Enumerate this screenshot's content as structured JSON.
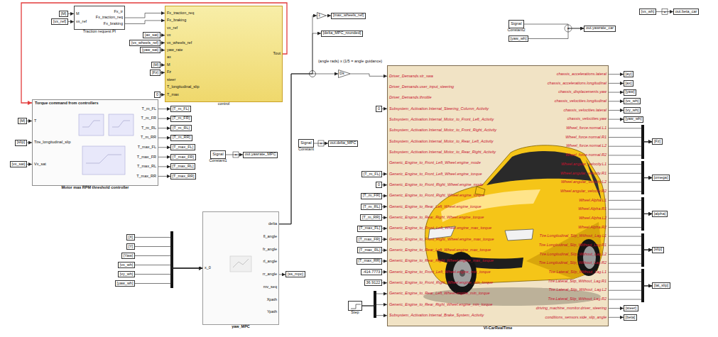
{
  "diagram": {
    "nodes": [
      {
        "text": [
          "[M]"
        ]
      },
      {
        "text": [
          "[vx_ref]"
        ]
      },
      {
        "text": [
          "Traction request PI",
          "M",
          "vx_ref",
          "Fx_tr",
          "Fx_traction_req",
          "Fx_braking"
        ]
      },
      {
        "text": [
          "control",
          "Fx_traction_req",
          "Fx_braking",
          "vx_ref",
          "vx",
          "vx_wheels_ref",
          "yaw_rate",
          "ax",
          "M",
          "Fz",
          "steer",
          "T_longitudinal_slip",
          "T_max",
          "Tout"
        ]
      },
      {
        "text": [
          "[ax_sat]"
        ]
      },
      {
        "text": [
          "[vx_wheels_ref]"
        ]
      },
      {
        "text": [
          "[yaw_sat]"
        ]
      },
      {
        "text": [
          "[M]"
        ]
      },
      {
        "text": [
          "[Fz]"
        ]
      },
      {
        "text": [
          "0"
        ]
      },
      {
        "text": [
          "Motor max RPM threshold controller",
          "Torque command from controllers",
          "T",
          "Tire_longitudinal_slip",
          "Vx_sat",
          "T_m_FL",
          "T_m_FR",
          "T_m_RL",
          "T_m_RR",
          "T_max_FL",
          "T_max_FR",
          "T_max_RL",
          "T_max_RR"
        ]
      },
      {
        "text": [
          "[M]"
        ]
      },
      {
        "text": [
          "[slip]"
        ]
      },
      {
        "text": [
          "[vx_sat]"
        ]
      },
      {
        "text": [
          "[T_m_FL]"
        ]
      },
      {
        "text": [
          "[T_m_FR]"
        ]
      },
      {
        "text": [
          "[T_m_RL]"
        ]
      },
      {
        "text": [
          "[T_m_RR]"
        ]
      },
      {
        "text": [
          "[T_max_FL]"
        ]
      },
      {
        "text": [
          "[T_max_FR]"
        ]
      },
      {
        "text": [
          "[T_max_RL]"
        ]
      },
      {
        "text": [
          "[T_max_RR]"
        ]
      },
      {
        "text": [
          "Signal",
          "Constant1"
        ]
      },
      {
        "text": [
          "out.yawrate_MPC"
        ]
      },
      {
        "text": [
          "[X]"
        ]
      },
      {
        "text": [
          "[Y]"
        ]
      },
      {
        "text": [
          "[Yaw]"
        ]
      },
      {
        "text": [
          "[vx_wh]"
        ]
      },
      {
        "text": [
          "[vy_wh]"
        ]
      },
      {
        "text": [
          "[yaw_wh]"
        ]
      },
      {
        "text": [
          "yaw_MPC",
          "x_0",
          "delta",
          "fl_angle",
          "fr_angle",
          "rl_angle",
          "rr_angle",
          "mv_seq",
          "Xpath",
          "Ypath"
        ]
      },
      {
        "text": [
          "[ss_mpc]"
        ]
      },
      {
        "text": [
          "Signal",
          "Constant"
        ]
      },
      {
        "text": [
          "out.delta_MPC"
        ]
      },
      {
        "text": [
          "[delta_MPC_rounded]"
        ]
      },
      {
        "text": [
          "1"
        ]
      },
      {
        "text": [
          "[max_wheels_ref]"
        ]
      },
      {
        "text": [
          "Ds"
        ]
      },
      {
        "text": [
          "VI-CarRealTime",
          "Driver_Demands.str_swa",
          "Driver_Demands.user_input_steering",
          "Driver_Demands.throttle",
          "Subsystem_Activation.Internal_Steering_Column_Activity",
          "Subsystem_Activation.Internal_Motor_to_Front_Left_Activity",
          "Subsystem_Activation.Internal_Motor_to_Front_Right_Activity",
          "Subsystem_Activation.Internal_Motor_to_Rear_Left_Activity",
          "Subsystem_Activation.Internal_Motor_to_Rear_Right_Activity",
          "Generic_Engine_to_Front_Left_Wheel.engine_mode",
          "Generic_Engine_to_Front_Left_Wheel.engine_torque",
          "Generic_Engine_to_Front_Right_Wheel.engine_mode",
          "Generic_Engine_to_Front_Right_Wheel.engine_torque",
          "Generic_Engine_to_Rear_Left_Wheel.engine_torque",
          "Generic_Engine_to_Rear_Right_Wheel.engine_torque",
          "Generic_Engine_to_Front_Left_Wheel.engine_max_torque",
          "Generic_Engine_to_Front_Right_Wheel.engine_max_torque",
          "Generic_Engine_to_Rear_Left_Wheel.engine_max_torque",
          "Generic_Engine_to_Rear_Right_Wheel.engine_max_torque",
          "Generic_Engine_to_Front_Left_Wheel.engine_min_torque",
          "Generic_Engine_to_Front_Right_Wheel.engine_min_torque",
          "Generic_Engine_to_Rear_Left_Wheel.engine_min_torque",
          "Generic_Engine_to_Rear_Right_Wheel.engine_min_torque",
          "Subsystem_Activation.Internal_Brake_System_Activity",
          "chassis_accelerations.lateral",
          "chassis_accelerations.longitudinal",
          "chassis_displacements.yaw",
          "chassis_velocities.longitudinal",
          "chassis_velocities.lateral",
          "chassis_velocities.yaw",
          "Wheel_force.normal.L1",
          "Wheel_force.normal.R1",
          "Wheel_force.normal.L2",
          "Wheel_force.normal.R2",
          "Wheel.angular_velocity.L1",
          "Wheel.angular_velocity.R1",
          "Wheel.angular_velocity.L2",
          "Wheel.angular_velocity.R2",
          "Wheel.Alpha.L1",
          "Wheel.Alpha.R1",
          "Wheel.Alpha.L2",
          "Wheel.Alpha.R2",
          "Tire.Longitudinal_Slip_Without_Lag.L1",
          "Tire.Longitudinal_Slip_Without_Lag.R1",
          "Tire.Longitudinal_Slip_Without_Lag.L2",
          "Tire.Longitudinal_Slip_Without_Lag.R2",
          "Tire.Lateral_Slip_Without_Lag.L1",
          "Tire.Lateral_Slip_Without_Lag.R1",
          "Tire.Lateral_Slip_Without_Lag.L2",
          "Tire.Lateral_Slip_Without_Lag.R2",
          "driving_machine_monitor.driver_steering",
          "conditions_sensors.side_slip_angle"
        ]
      },
      {
        "text": [
          "0"
        ]
      },
      {
        "text": [
          "[T_m_FL]"
        ]
      },
      {
        "text": [
          "0"
        ]
      },
      {
        "text": [
          "[T_m_FR]"
        ]
      },
      {
        "text": [
          "[T_m_RL]"
        ]
      },
      {
        "text": [
          "[T_m_RR]"
        ]
      },
      {
        "text": [
          "[T_max_FL]"
        ]
      },
      {
        "text": [
          "[T_max_FR]"
        ]
      },
      {
        "text": [
          "[T_max_RL]"
        ]
      },
      {
        "text": [
          "[T_max_RR]"
        ]
      },
      {
        "text": [
          "-414.7773"
        ]
      },
      {
        "text": [
          "36.9122"
        ]
      },
      {
        "text": [
          "Step"
        ]
      },
      {
        "text": [
          "[ay]"
        ]
      },
      {
        "text": [
          "[ax]"
        ]
      },
      {
        "text": [
          "[yaw]"
        ]
      },
      {
        "text": [
          "[vx_wh]"
        ]
      },
      {
        "text": [
          "[vy_wh]"
        ]
      },
      {
        "text": [
          "[yaw_wh]"
        ]
      },
      {
        "text": [
          "[Fz]"
        ]
      },
      {
        "text": [
          "[omega]"
        ]
      },
      {
        "text": [
          "[alpha]"
        ]
      },
      {
        "text": [
          "[slip]"
        ]
      },
      {
        "text": [
          "[lat_slip]"
        ]
      },
      {
        "text": [
          "[steer]"
        ]
      },
      {
        "text": [
          "[beta]"
        ]
      },
      {
        "text": [
          "Signal",
          "Constant2"
        ]
      },
      {
        "text": [
          "[yaw_wh]"
        ]
      },
      {
        "text": [
          "out.yawrate_car"
        ]
      },
      {
        "text": [
          "[vx_wh]"
        ]
      },
      {
        "text": [
          "out.beta_car"
        ]
      }
    ],
    "edges": [
      {
        "from": 0,
        "to": 2,
        "arrow": "to"
      },
      {
        "from": 1,
        "to": 2,
        "arrow": "to"
      },
      {
        "from": 2,
        "to": 3,
        "arrow": "to"
      },
      {
        "from": 2,
        "to": 3,
        "arrow": "to"
      },
      {
        "from": 4,
        "to": 3,
        "arrow": "to"
      },
      {
        "from": 5,
        "to": 3,
        "arrow": "to"
      },
      {
        "from": 6,
        "to": 3,
        "arrow": "to"
      },
      {
        "from": 7,
        "to": 3,
        "arrow": "to"
      },
      {
        "from": 8,
        "to": 3,
        "arrow": "to"
      },
      {
        "from": 9,
        "to": 3,
        "arrow": "to"
      },
      {
        "from": 3,
        "to": 10,
        "arrow": "to"
      },
      {
        "from": 11,
        "to": 10,
        "arrow": "to"
      },
      {
        "from": 12,
        "to": 10,
        "arrow": "to"
      },
      {
        "from": 13,
        "to": 10,
        "arrow": "to"
      },
      {
        "from": 10,
        "to": 14,
        "arrow": "to"
      },
      {
        "from": 10,
        "to": 15,
        "arrow": "to"
      },
      {
        "from": 10,
        "to": 16,
        "arrow": "to"
      },
      {
        "from": 10,
        "to": 17,
        "arrow": "to"
      },
      {
        "from": 10,
        "to": 18,
        "arrow": "to"
      },
      {
        "from": 10,
        "to": 19,
        "arrow": "to"
      },
      {
        "from": 10,
        "to": 20,
        "arrow": "to"
      },
      {
        "from": 10,
        "to": 21,
        "arrow": "to"
      },
      {
        "from": 22,
        "to": 23,
        "arrow": "to"
      },
      {
        "from": 24,
        "to": 30,
        "arrow": "to"
      },
      {
        "from": 25,
        "to": 30,
        "arrow": "to"
      },
      {
        "from": 26,
        "to": 30,
        "arrow": "to"
      },
      {
        "from": 27,
        "to": 30,
        "arrow": "to"
      },
      {
        "from": 28,
        "to": 30,
        "arrow": "to"
      },
      {
        "from": 29,
        "to": 30,
        "arrow": "to"
      },
      {
        "from": 30,
        "to": 31,
        "arrow": "to"
      },
      {
        "from": 30,
        "to": 37,
        "arrow": "to"
      },
      {
        "from": 30,
        "to": 34,
        "arrow": "to"
      },
      {
        "from": 30,
        "to": 35,
        "arrow": "to"
      },
      {
        "from": 35,
        "to": 36,
        "arrow": "to"
      },
      {
        "from": 32,
        "to": 33,
        "arrow": "to"
      },
      {
        "from": 37,
        "to": 38,
        "arrow": "to"
      },
      {
        "from": 39,
        "to": 38,
        "arrow": "to"
      },
      {
        "from": 40,
        "to": 38,
        "arrow": "to"
      },
      {
        "from": 41,
        "to": 38,
        "arrow": "to"
      },
      {
        "from": 42,
        "to": 38,
        "arrow": "to"
      },
      {
        "from": 43,
        "to": 38,
        "arrow": "to"
      },
      {
        "from": 44,
        "to": 38,
        "arrow": "to"
      },
      {
        "from": 45,
        "to": 38,
        "arrow": "to"
      },
      {
        "from": 46,
        "to": 38,
        "arrow": "to"
      },
      {
        "from": 47,
        "to": 38,
        "arrow": "to"
      },
      {
        "from": 48,
        "to": 38,
        "arrow": "to"
      },
      {
        "from": 49,
        "to": 38,
        "arrow": "to"
      },
      {
        "from": 50,
        "to": 38,
        "arrow": "to"
      },
      {
        "from": 51,
        "to": 38,
        "arrow": "to"
      },
      {
        "from": 51,
        "to": 38,
        "arrow": "to"
      },
      {
        "from": 51,
        "to": 38,
        "arrow": "to"
      },
      {
        "from": 38,
        "to": 52,
        "arrow": "to"
      },
      {
        "from": 38,
        "to": 53,
        "arrow": "to"
      },
      {
        "from": 38,
        "to": 54,
        "arrow": "to"
      },
      {
        "from": 38,
        "to": 55,
        "arrow": "to"
      },
      {
        "from": 38,
        "to": 56,
        "arrow": "to"
      },
      {
        "from": 38,
        "to": 57,
        "arrow": "to"
      },
      {
        "from": 38,
        "to": 58,
        "arrow": "to"
      },
      {
        "from": 38,
        "to": 58,
        "arrow": "to"
      },
      {
        "from": 38,
        "to": 58,
        "arrow": "to"
      },
      {
        "from": 38,
        "to": 58,
        "arrow": "to"
      },
      {
        "from": 38,
        "to": 59,
        "arrow": "to"
      },
      {
        "from": 38,
        "to": 59,
        "arrow": "to"
      },
      {
        "from": 38,
        "to": 59,
        "arrow": "to"
      },
      {
        "from": 38,
        "to": 59,
        "arrow": "to"
      },
      {
        "from": 38,
        "to": 60,
        "arrow": "to"
      },
      {
        "from": 38,
        "to": 60,
        "arrow": "to"
      },
      {
        "from": 38,
        "to": 60,
        "arrow": "to"
      },
      {
        "from": 38,
        "to": 60,
        "arrow": "to"
      },
      {
        "from": 38,
        "to": 61,
        "arrow": "to"
      },
      {
        "from": 38,
        "to": 61,
        "arrow": "to"
      },
      {
        "from": 38,
        "to": 61,
        "arrow": "to"
      },
      {
        "from": 38,
        "to": 61,
        "arrow": "to"
      },
      {
        "from": 38,
        "to": 62,
        "arrow": "to"
      },
      {
        "from": 38,
        "to": 62,
        "arrow": "to"
      },
      {
        "from": 38,
        "to": 62,
        "arrow": "to"
      },
      {
        "from": 38,
        "to": 62,
        "arrow": "to"
      },
      {
        "from": 38,
        "to": 63,
        "arrow": "to"
      },
      {
        "from": 38,
        "to": 64,
        "arrow": "to"
      },
      {
        "from": 65,
        "to": 67,
        "arrow": "to"
      },
      {
        "from": 66,
        "to": 67,
        "arrow": "to"
      },
      {
        "from": 68,
        "to": 69,
        "arrow": "to"
      }
    ],
    "labels": [
      "(angle rads) x (1/5 = angle guidance)",
      "×",
      "×",
      "×",
      "×"
    ]
  }
}
